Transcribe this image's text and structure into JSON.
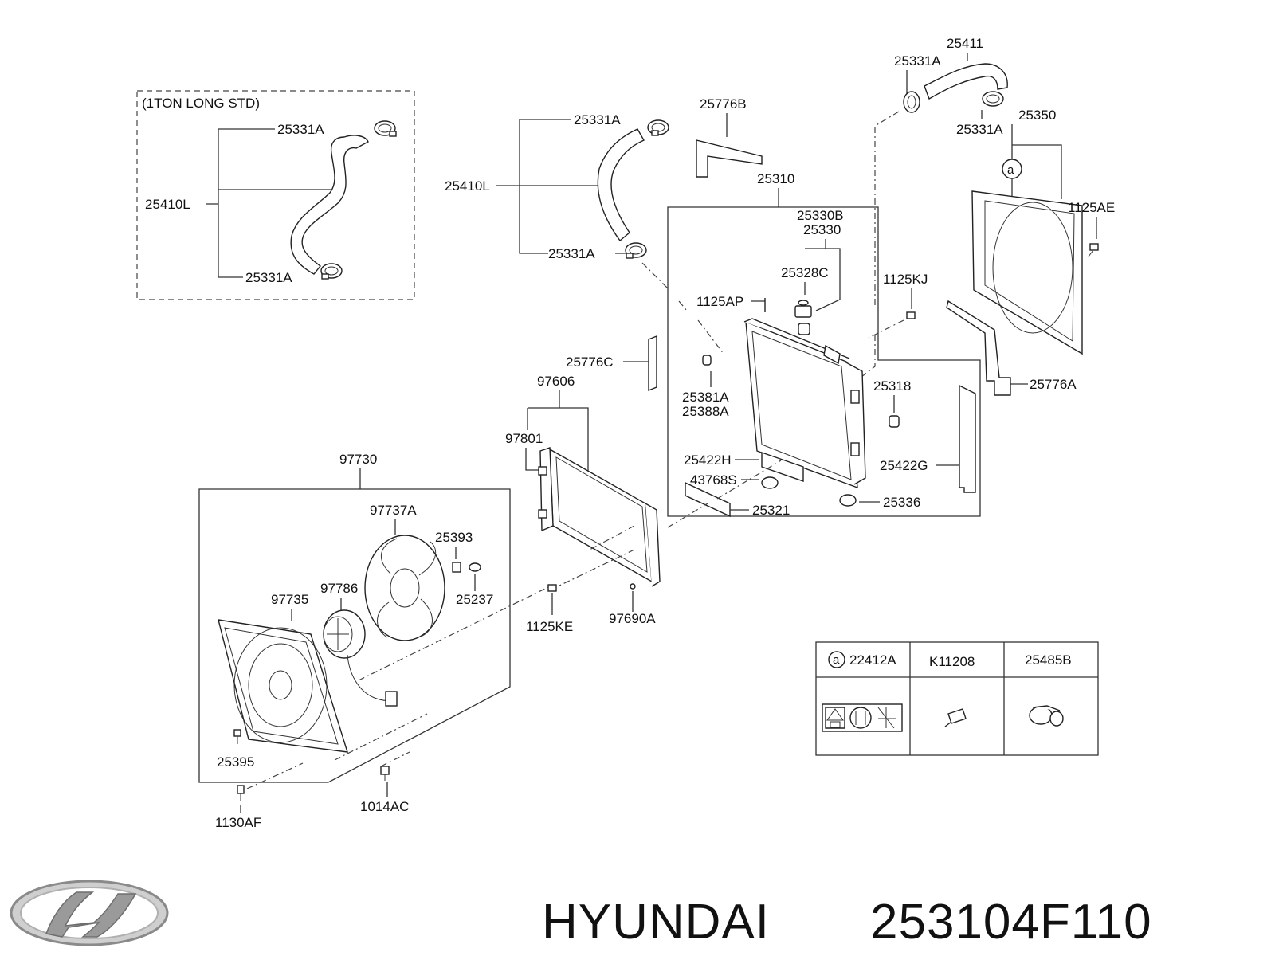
{
  "diagram": {
    "inset_title": "(1TON LONG STD)",
    "labels": {
      "l25331a_inset_top": "25331A",
      "l25410l_inset": "25410L",
      "l25331a_inset_bottom": "25331A",
      "l25331a_mid_top": "25331A",
      "l25410l_mid": "25410L",
      "l25331a_mid_bottom": "25331A",
      "l25776b": "25776B",
      "l25411": "25411",
      "l25331a_right_top": "25331A",
      "l25331a_right_bottom": "25331A",
      "l25350": "25350",
      "l1125ae": "1125AE",
      "l25310": "25310",
      "l25330b": "25330B",
      "l25330": "25330",
      "l25328c": "25328C",
      "l1125kj": "1125KJ",
      "l1125ap": "1125AP",
      "l25776c": "25776C",
      "l25381a": "25381A",
      "l25388a": "25388A",
      "l25318": "25318",
      "l25776a": "25776A",
      "l97606": "97606",
      "l97801": "97801",
      "l25422h": "25422H",
      "l43768s": "43768S",
      "l25321": "25321",
      "l25422g": "25422G",
      "l25336": "25336",
      "l97730": "97730",
      "l97737a": "97737A",
      "l25393": "25393",
      "l25237": "25237",
      "l97786": "97786",
      "l97735": "97735",
      "l1125ke": "1125KE",
      "l97690a": "97690A",
      "l25395": "25395",
      "l1130af": "1130AF",
      "l1014ac": "1014AC"
    },
    "legend": {
      "marker": "a",
      "col1": "22412A",
      "col2": "K11208",
      "col3": "25485B"
    },
    "callout_marker": "a"
  },
  "footer": {
    "brand": "HYUNDAI",
    "part_number": "253104F110"
  },
  "icons": [
    "hyundai-logo-icon",
    "warning-label-icon",
    "clamp-icon",
    "hose-fitting-icon"
  ]
}
